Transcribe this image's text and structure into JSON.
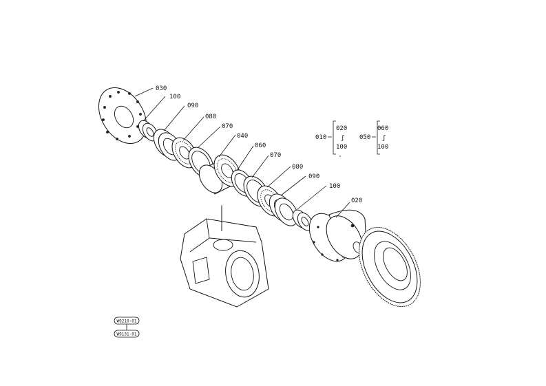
{
  "callouts": {
    "c030": "030",
    "c100a": "100",
    "c090a": "090",
    "c080a": "080",
    "c070a": "070",
    "c040": "040",
    "c060": "060",
    "c070b": "070",
    "c080b": "080",
    "c090b": "090",
    "c100b": "100",
    "c020": "020"
  },
  "groups": {
    "g1": {
      "head": "010",
      "top": "020",
      "bottom": "100"
    },
    "g2": {
      "head": "050",
      "top": "060",
      "bottom": "100"
    }
  },
  "stamps": {
    "s1": "W9210-01",
    "s2": "W9131-01"
  }
}
